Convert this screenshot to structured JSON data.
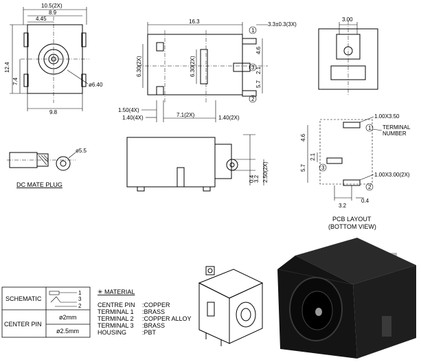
{
  "top_view": {
    "dim_width_2x": "10.5(2X)",
    "dim_8_9": "8.9",
    "dim_4_45": "4.45",
    "dim_height": "12.4",
    "dim_7_4": "7.4",
    "dim_hole": "ø6.40",
    "dim_base": "9.8"
  },
  "side_view": {
    "dim_length": "16.3",
    "dim_terminal": "3.3±0.3(3X)",
    "dim_6_30_left": "6.30(2X)",
    "dim_6_30_right": "6.30(2X)",
    "dim_4_6": "4.6",
    "dim_2_1": "2.1",
    "dim_5_7": "5.7",
    "dim_1_50": "1.50(4X)",
    "dim_1_40_left": "1.40(4X)",
    "dim_7_1": "7.1(2X)",
    "dim_1_40_right": "1.40(2X)",
    "terminal_1": "1",
    "terminal_2": "2",
    "terminal_3": "3"
  },
  "end_view": {
    "dim_3_00": "3.00"
  },
  "plug": {
    "dim_5_5": "ø5.5",
    "caption": "DC MATE PLUG"
  },
  "front_view": {
    "dim_0_4": "0.4",
    "dim_3_2": "3.2",
    "dim_2_50": "2.50(2X)"
  },
  "pcb_layout": {
    "dim_pad_top": "1.00X3.50",
    "terminal_label_line1": "TERMINAL",
    "terminal_label_line2": "NUMBER",
    "dim_4_6": "4.6",
    "dim_2_1": "2.1",
    "dim_5_7": "5.7",
    "dim_pad_bottom": "1.00X3.00(2X)",
    "dim_3_2": "3.2",
    "dim_0_4": "0.4",
    "caption_line1": "PCB LAYOUT",
    "caption_line2": "(BOTTOM VIEW)",
    "terminal_1": "1",
    "terminal_2": "2",
    "terminal_3": "3"
  },
  "spec_table": {
    "schematic_label": "SCHEMATIC",
    "schematic_pins": [
      "1",
      "3",
      "2"
    ],
    "center_pin_label": "CENTER PIN",
    "center_pin_values": [
      "ø2mm",
      "ø2.5mm"
    ]
  },
  "material": {
    "heading": "✳ MATERIAL",
    "rows": [
      {
        "part": "CENTRE PIN",
        "value": ":COPPER"
      },
      {
        "part": "TERMINAL 1",
        "value": ":BRASS"
      },
      {
        "part": "TERMINAL 2",
        "value": ":COPPER ALLOY"
      },
      {
        "part": "TERMINAL 3",
        "value": ":BRASS"
      },
      {
        "part": "HOUSING",
        "value": ":PBT"
      }
    ]
  },
  "colors": {
    "line": "#000000",
    "housing_photo": "#1e1e1e",
    "metal": "#b8b8b8"
  }
}
